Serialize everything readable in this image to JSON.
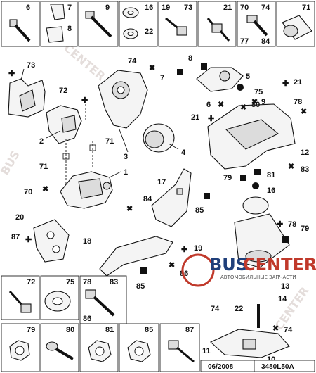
{
  "top_fastener_cells": [
    "6",
    "7",
    "9",
    "16",
    "19",
    "21",
    "70",
    "74",
    "71"
  ],
  "top_fastener_cells_extra": {
    "cell_7_lower": "8",
    "cell_16_lower": "22",
    "cell_19_right": "73",
    "cell_70_lower": "77",
    "cell_74_lower": "84"
  },
  "callouts": {
    "c73": "73",
    "c72": "72",
    "c2": "2",
    "c71a": "71",
    "c71b": "71",
    "c70": "70",
    "c1": "1",
    "c74": "74",
    "c3": "3",
    "c4": "4",
    "c7": "7",
    "c8": "8",
    "c5": "5",
    "c75": "75",
    "c9": "9",
    "c6": "6",
    "c80": "80",
    "c21a": "21",
    "c21b": "21",
    "c78a": "78",
    "c12": "12",
    "c83": "83",
    "c17": "17",
    "c84": "84",
    "c85a": "85",
    "c79a": "79",
    "c81": "81",
    "c16": "16",
    "c20": "20",
    "c87": "87",
    "c18": "18",
    "c19": "19",
    "c86": "86",
    "c85b": "85",
    "c78b": "78",
    "c79b": "79",
    "c13": "13",
    "c14": "14",
    "c74b": "74",
    "c22": "22",
    "c74c": "74",
    "c11": "11",
    "c10": "10"
  },
  "bottom_fastener_cells": [
    "72",
    "75",
    "78",
    "83",
    "86",
    "79",
    "80",
    "81",
    "85",
    "87"
  ],
  "footer": {
    "date": "06/2008",
    "code": "3480L50A"
  },
  "watermark": {
    "brand_left": "BUS",
    "brand_right": "CENTER",
    "tagline": "АВТОМОБИЛЬНЫЕ ЗАПЧАСТИ"
  },
  "colors": {
    "brand_blue": "#1f3f7a",
    "brand_red": "#c0392b"
  }
}
